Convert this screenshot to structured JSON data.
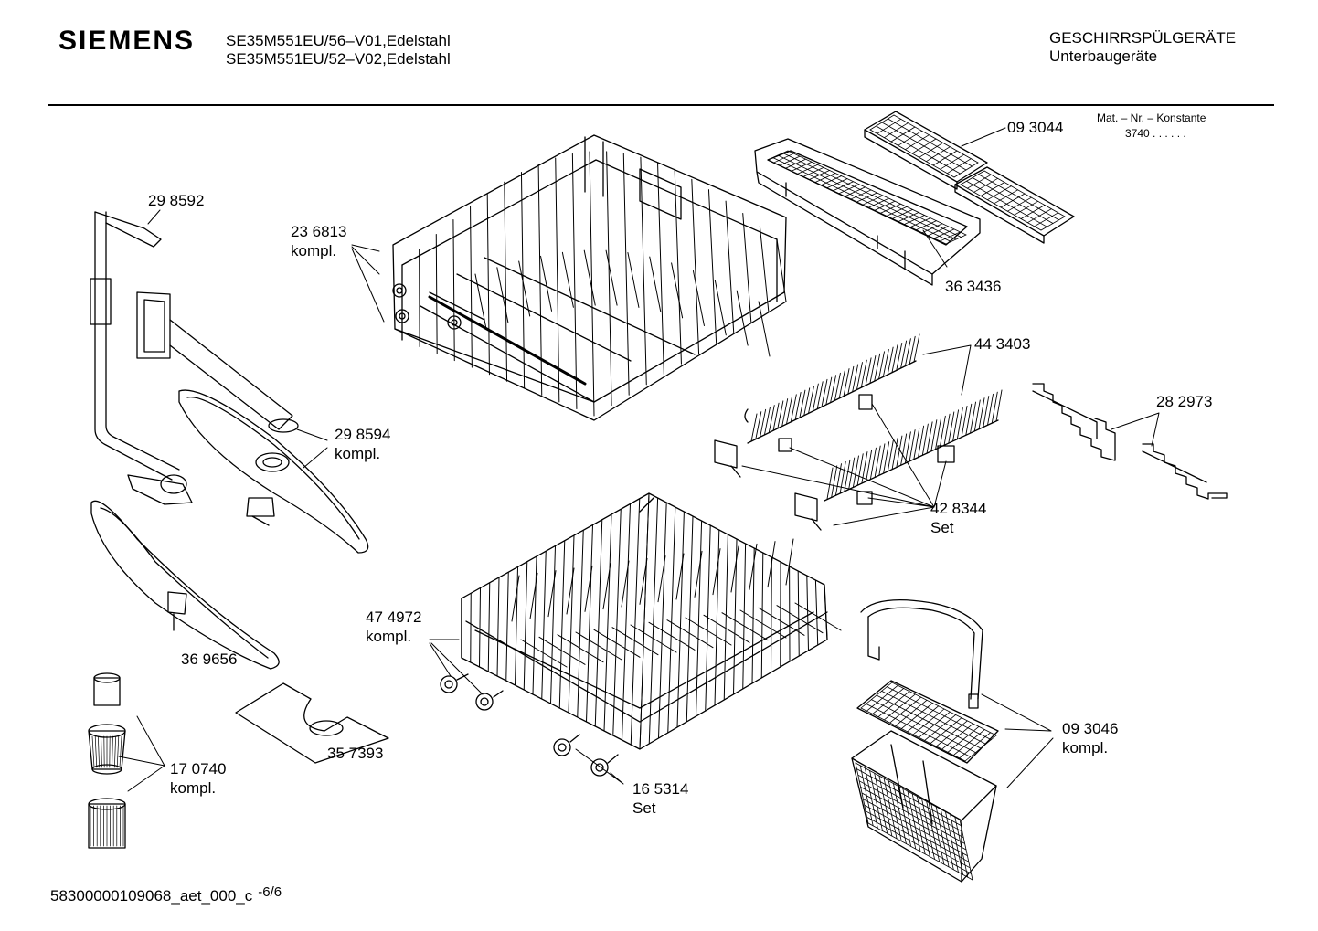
{
  "header": {
    "brand": "SIEMENS",
    "model_lines": [
      "SE35M551EU/56–V01,Edelstahl",
      "SE35M551EU/52–V02,Edelstahl"
    ],
    "category": "GESCHIRRSPÜLGERÄTE",
    "subcategory": "Unterbaugeräte",
    "mat_label": "Mat. – Nr. – Konstante",
    "mat_value": "3740  .  .  .  .  .  ."
  },
  "parts": [
    {
      "id": "p093044",
      "line1": "09 3044",
      "line2": ""
    },
    {
      "id": "p298592",
      "line1": "29 8592",
      "line2": ""
    },
    {
      "id": "p236813",
      "line1": "23 6813",
      "line2": "kompl."
    },
    {
      "id": "p363436",
      "line1": "36 3436",
      "line2": ""
    },
    {
      "id": "p443403",
      "line1": "44 3403",
      "line2": ""
    },
    {
      "id": "p282973",
      "line1": "28 2973",
      "line2": ""
    },
    {
      "id": "p298594",
      "line1": "29 8594",
      "line2": "kompl."
    },
    {
      "id": "p428344",
      "line1": "42 8344",
      "line2": "Set"
    },
    {
      "id": "p474972",
      "line1": "47 4972",
      "line2": "kompl."
    },
    {
      "id": "p369656",
      "line1": "36 9656",
      "line2": ""
    },
    {
      "id": "p093046",
      "line1": "09 3046",
      "line2": "kompl."
    },
    {
      "id": "p357393",
      "line1": "35 7393",
      "line2": ""
    },
    {
      "id": "p170740",
      "line1": "17 0740",
      "line2": "kompl."
    },
    {
      "id": "p165314",
      "line1": "16 5314",
      "line2": "Set"
    }
  ],
  "footer": {
    "doc_id": "58300000109068_aet_000_c",
    "page": "-6/6"
  }
}
